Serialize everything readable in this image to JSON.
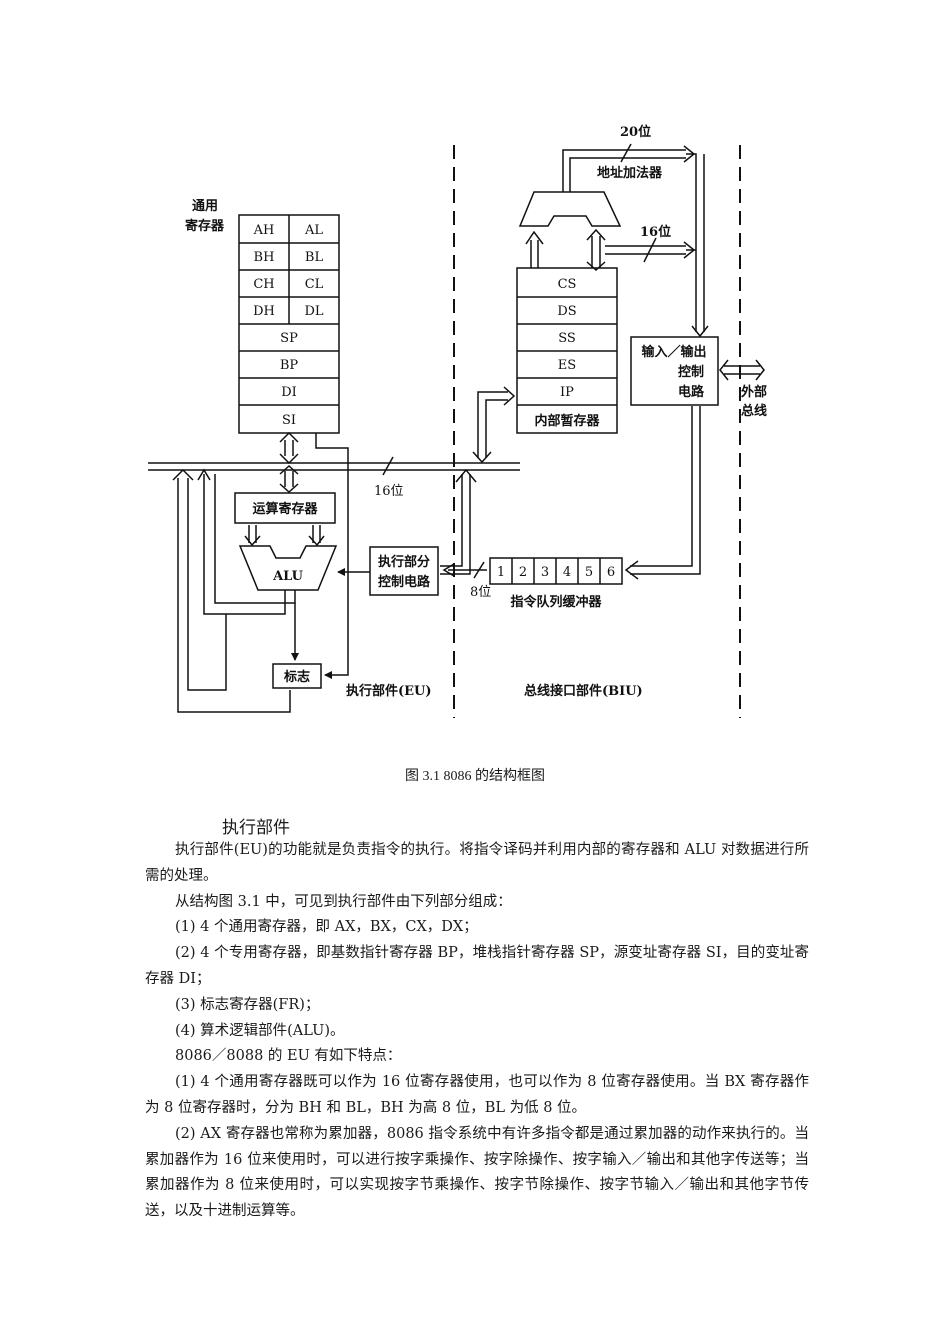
{
  "diagram": {
    "general_registers_label_1": "通用",
    "general_registers_label_2": "寄存器",
    "general_registers": [
      "AH",
      "AL",
      "BH",
      "BL",
      "CH",
      "CL",
      "DH",
      "DL"
    ],
    "pointer_registers": [
      "SP",
      "BP",
      "DI",
      "SI"
    ],
    "operand_register": "运算寄存器",
    "alu": "ALU",
    "flags": "标志",
    "eu_control_1": "执行部分",
    "eu_control_2": "控制电路",
    "eu_label": "执行部件(EU)",
    "biu_label": "总线接口部件(BIU)",
    "bus_16_label": "16位",
    "bus_20_label": "20位",
    "bus_16_biu_label": "16位",
    "bus_8_label": "8位",
    "address_adder": "地址加法器",
    "segment_registers": [
      "CS",
      "DS",
      "SS",
      "ES",
      "IP"
    ],
    "internal_temp": "内部暂存器",
    "io_control_1": "输入／输出",
    "io_control_2": "控制",
    "io_control_3": "电路",
    "external_bus_1": "外部",
    "external_bus_2": "总线",
    "queue_cells": [
      "1",
      "2",
      "3",
      "4",
      "5",
      "6"
    ],
    "queue_label": "指令队列缓冲器"
  },
  "caption": "图 3.1 8086 的结构框图",
  "section_heading": "执行部件",
  "paragraphs": [
    "执行部件(EU)的功能就是负责指令的执行。将指令译码并利用内部的寄存器和 ALU 对数据进行所需的处理。",
    "从结构图 3.1 中，可见到执行部件由下列部分组成：",
    "(1) 4 个通用寄存器，即 AX，BX，CX，DX；",
    "(2)  4 个专用寄存器，即基数指针寄存器 BP，堆栈指针寄存器 SP，源变址寄存器 SI，目的变址寄存器 DI；",
    "(3)  标志寄存器(FR)；",
    "(4)  算术逻辑部件(ALU)。",
    "8086／8088 的 EU 有如下特点：",
    "(1)  4 个通用寄存器既可以作为 16 位寄存器使用，也可以作为 8 位寄存器使用。当 BX 寄存器作为 8 位寄存器时，分为 BH 和 BL，BH 为高 8 位，BL 为低 8 位。",
    "(2)  AX 寄存器也常称为累加器，8086 指令系统中有许多指令都是通过累加器的动作来执行的。当累加器作为 16 位来使用时，可以进行按字乘操作、按字除操作、按字输入／输出和其他字传送等；当累加器作为 8 位来使用时，可以实现按字节乘操作、按字节除操作、按字节输入／输出和其他字节传送，以及十进制运算等。"
  ]
}
